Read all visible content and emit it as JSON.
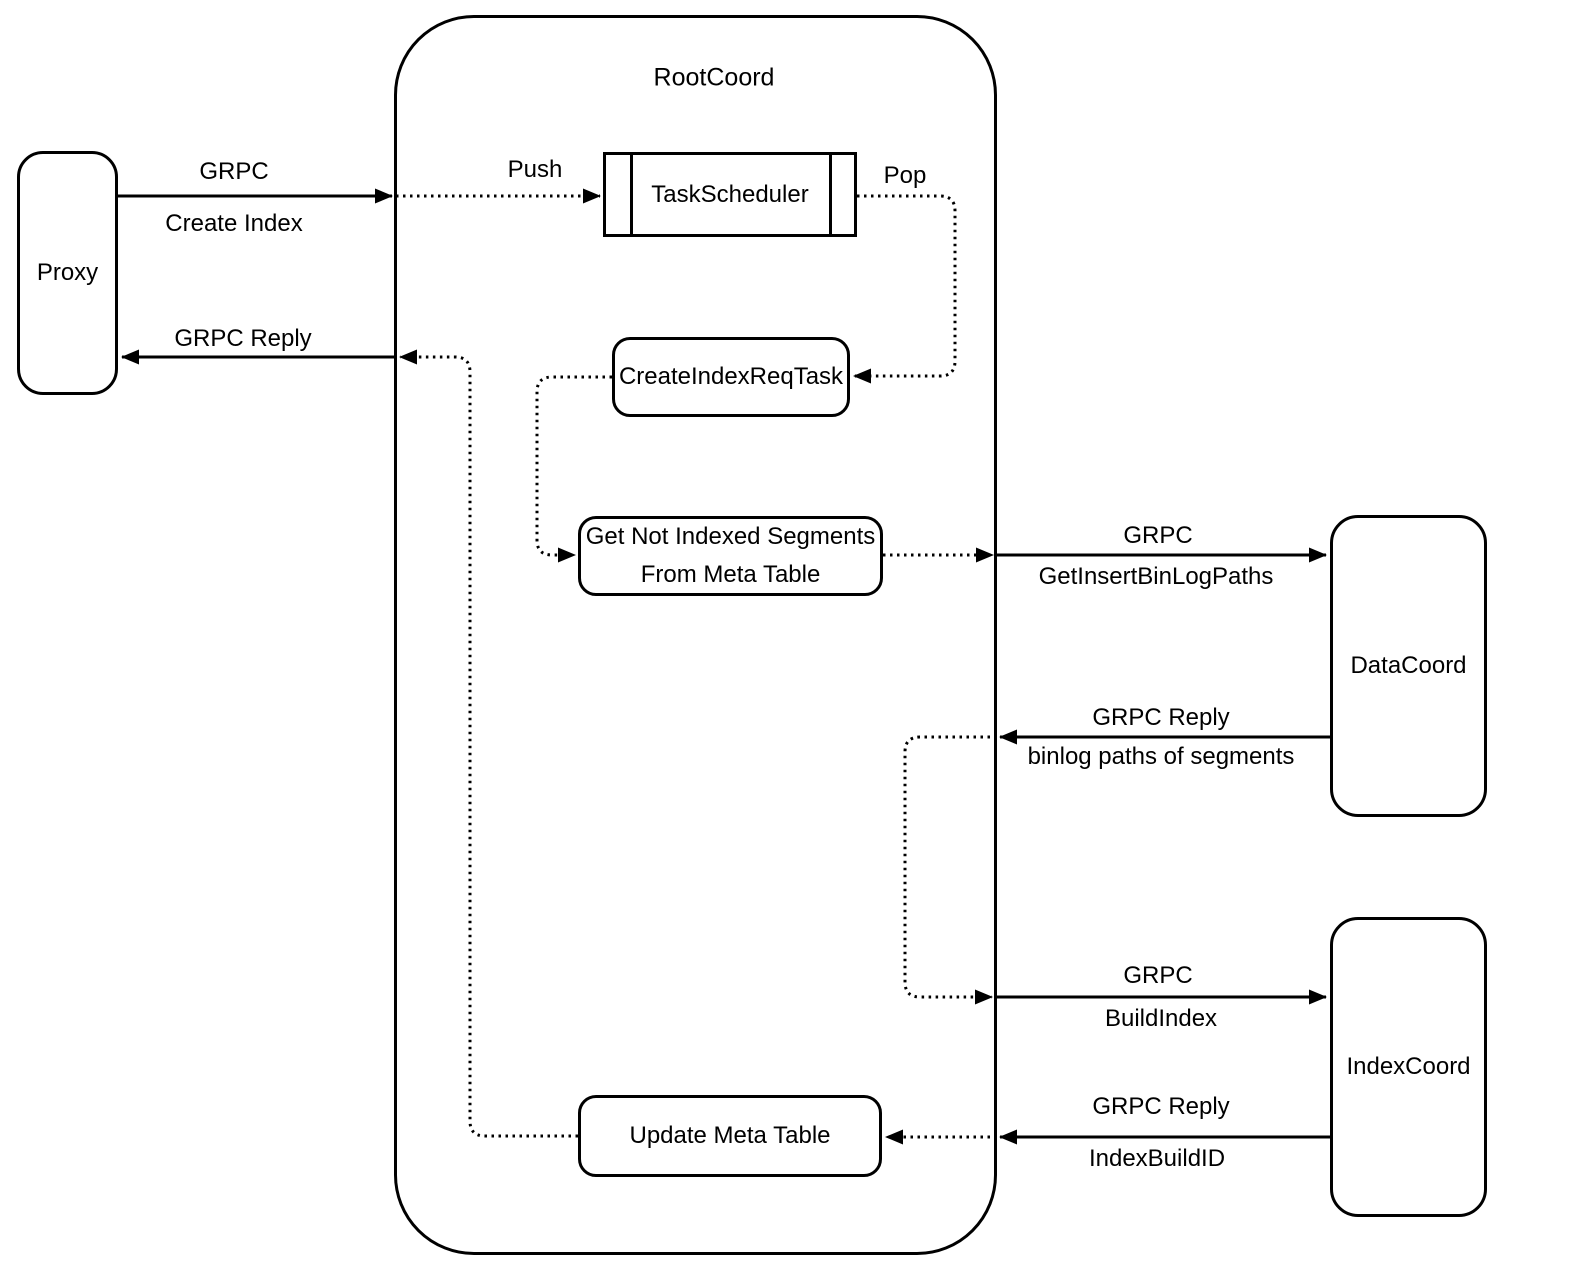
{
  "diagram": {
    "title": "RootCoord",
    "colors": {
      "stroke": "#000000",
      "background": "#ffffff"
    },
    "nodes": {
      "proxy": {
        "label": "Proxy"
      },
      "task_scheduler": {
        "label": "TaskScheduler"
      },
      "create_index_req_task": {
        "label": "CreateIndexReqTask"
      },
      "get_not_indexed_segments": {
        "label": "Get Not Indexed Segments\nFrom Meta Table"
      },
      "update_meta_table": {
        "label": "Update Meta Table"
      },
      "data_coord": {
        "label": "DataCoord"
      },
      "index_coord": {
        "label": "IndexCoord"
      }
    },
    "edge_labels": {
      "push": {
        "label": "Push"
      },
      "pop": {
        "label": "Pop"
      },
      "create_index": {
        "line1": "GRPC",
        "line2": "Create Index"
      },
      "grpc_reply_to_proxy": {
        "line1": "GRPC Reply"
      },
      "get_insert_binlog_paths": {
        "line1": "GRPC",
        "line2": "GetInsertBinLogPaths"
      },
      "binlog_paths_reply": {
        "line1": "GRPC Reply",
        "line2": "binlog paths of segments"
      },
      "build_index": {
        "line1": "GRPC",
        "line2": "BuildIndex"
      },
      "index_build_id_reply": {
        "line1": "GRPC Reply",
        "line2": "IndexBuildID"
      }
    }
  }
}
